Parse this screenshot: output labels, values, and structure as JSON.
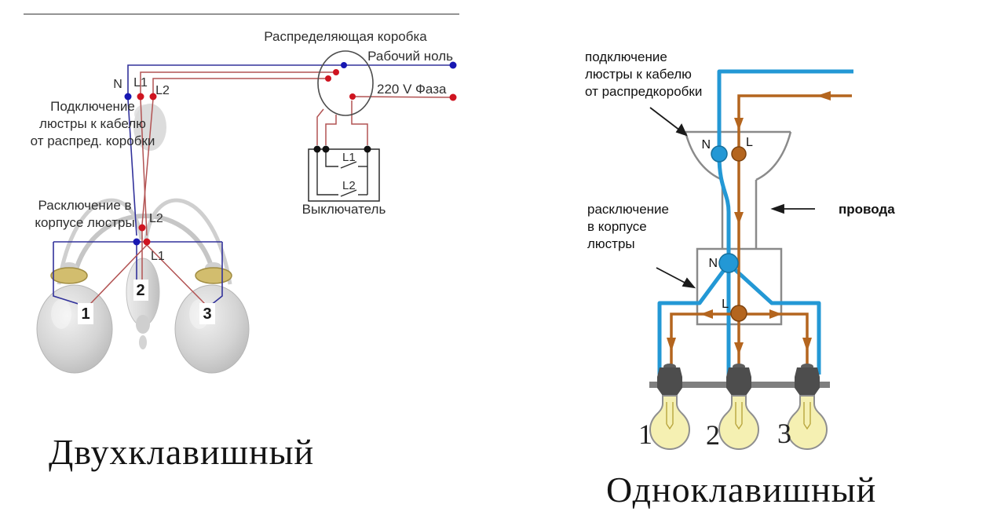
{
  "left": {
    "title": "Двухклавишный",
    "dist_box_label": "Распределяющая коробка",
    "neutral_label": "Рабочий ноль",
    "voltage_label": "220 V",
    "phase_label": "Фаза",
    "n_label": "N",
    "l1_label": "L1",
    "l2_label": "L2",
    "connect_line1": "Подключение",
    "connect_line2": "люстры к кабелю",
    "connect_line3": "от распред. коробки",
    "split_line1": "Расключение в",
    "split_line2": "корпусе люстры",
    "switch_l1_label": "L1",
    "switch_l2_label": "L2",
    "switch_label": "Выключатель",
    "hub_l2_label": "L2",
    "hub_l1_label": "L1",
    "bulb1": "1",
    "bulb2": "2",
    "bulb3": "3"
  },
  "right": {
    "title": "Одноклавишный",
    "connect_line1": "подключение",
    "connect_line2": "люстры к кабелю",
    "connect_line3": "от распредкоробки",
    "split_line1": "расключение",
    "split_line2": "в корпусе",
    "split_line3": "люстры",
    "wires_label": "провода",
    "canopy_n_label": "N",
    "canopy_l_label": "L",
    "box_n_label": "N",
    "box_l_label": "L",
    "bulb1": "1",
    "bulb2": "2",
    "bulb3": "3"
  },
  "colors": {
    "left_blue": "#32329b",
    "left_red": "#b25353",
    "dot_blue": "#1717b2",
    "dot_red": "#cf1420",
    "phase_text": "#e06a6a",
    "right_blue": "#2398d5",
    "right_orange": "#b4651e",
    "diagram_gray": "#8a8a8a",
    "bulb_yellow": "#f5f0b2"
  }
}
